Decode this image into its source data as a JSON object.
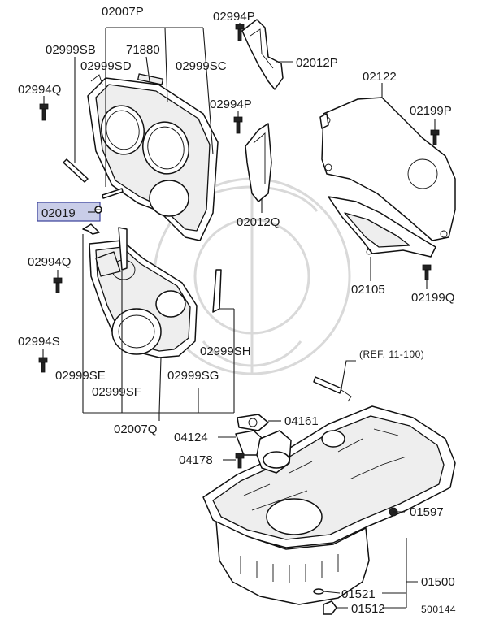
{
  "highlighted_part": "02019",
  "highlight_color": "#c9cde8",
  "labels": {
    "p02007p": "02007P",
    "p02994p_top": "02994P",
    "p02999sb": "02999SB",
    "p71880": "71880",
    "p02999sd": "02999SD",
    "p02999sc": "02999SC",
    "p02012p": "02012P",
    "p02994q_top": "02994Q",
    "p02994p_mid": "02994P",
    "p02122": "02122",
    "p02199p": "02199P",
    "p02019": "02019",
    "p02012q": "02012Q",
    "p02994q_mid": "02994Q",
    "p02105": "02105",
    "p02199q": "02199Q",
    "p02994s": "02994S",
    "p02999sh": "02999SH",
    "ref": "(REF. 11-100)",
    "p02999se": "02999SE",
    "p02999sg": "02999SG",
    "p02999sf": "02999SF",
    "p02007q": "02007Q",
    "p04161": "04161",
    "p04124": "04124",
    "p04178": "04178",
    "p01597": "01597",
    "p01500": "01500",
    "p01521": "01521",
    "p01512": "01512",
    "diagram_code": "500144"
  }
}
